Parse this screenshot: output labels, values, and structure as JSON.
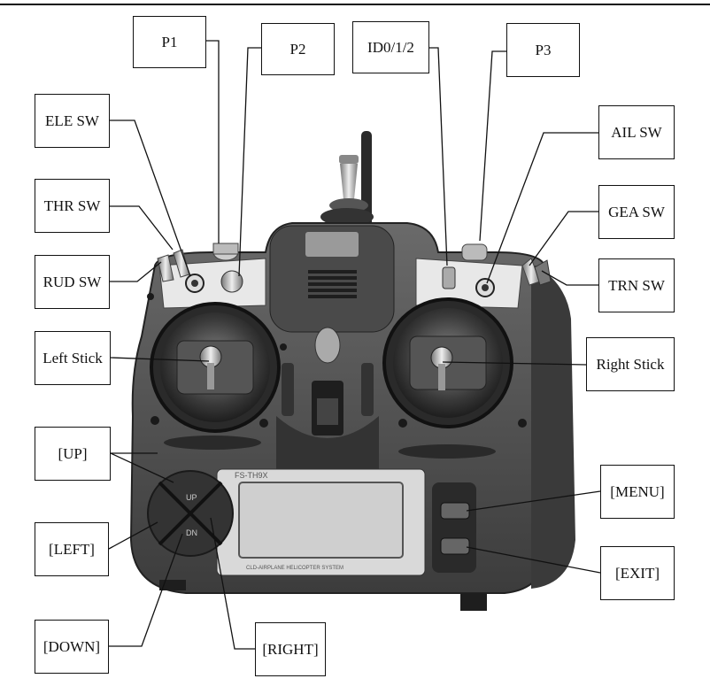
{
  "labels": {
    "p1": "P1",
    "p2": "P2",
    "id012": "ID0/1/2",
    "p3": "P3",
    "ele_sw": "ELE SW",
    "ail_sw": "AIL SW",
    "thr_sw": "THR SW",
    "gea_sw": "GEA SW",
    "rud_sw": "RUD SW",
    "trn_sw": "TRN SW",
    "left_stick": "Left Stick",
    "right_stick": "Right Stick",
    "up": "[UP]",
    "menu": "[MENU]",
    "left": "[LEFT]",
    "exit": "[EXIT]",
    "down": "[DOWN]",
    "right": "[RIGHT]"
  },
  "device": {
    "model_text": "FS-TH9X",
    "lcd_caption": "CLD-AIRPLANE HELICOPTER SYSTEM",
    "button_up": "UP",
    "button_down": "DN"
  },
  "colors": {
    "body": "#5a5a5a",
    "body_dark": "#2e2e2e",
    "screen": "#cfcfcf",
    "line": "#111111"
  }
}
